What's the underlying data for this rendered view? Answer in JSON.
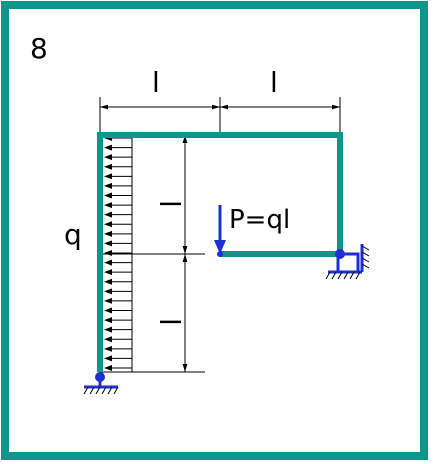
{
  "problem": {
    "number": "8"
  },
  "labels": {
    "span_left": "l",
    "span_right": "l",
    "height_upper": "l",
    "height_lower": "l",
    "distributed_load": "q",
    "point_load": "P=ql"
  },
  "colors": {
    "frame": "#0e968c",
    "support": "#1f2fd6",
    "load": "#1f2fd6",
    "lines": "#000000",
    "background": "#ffffff"
  }
}
